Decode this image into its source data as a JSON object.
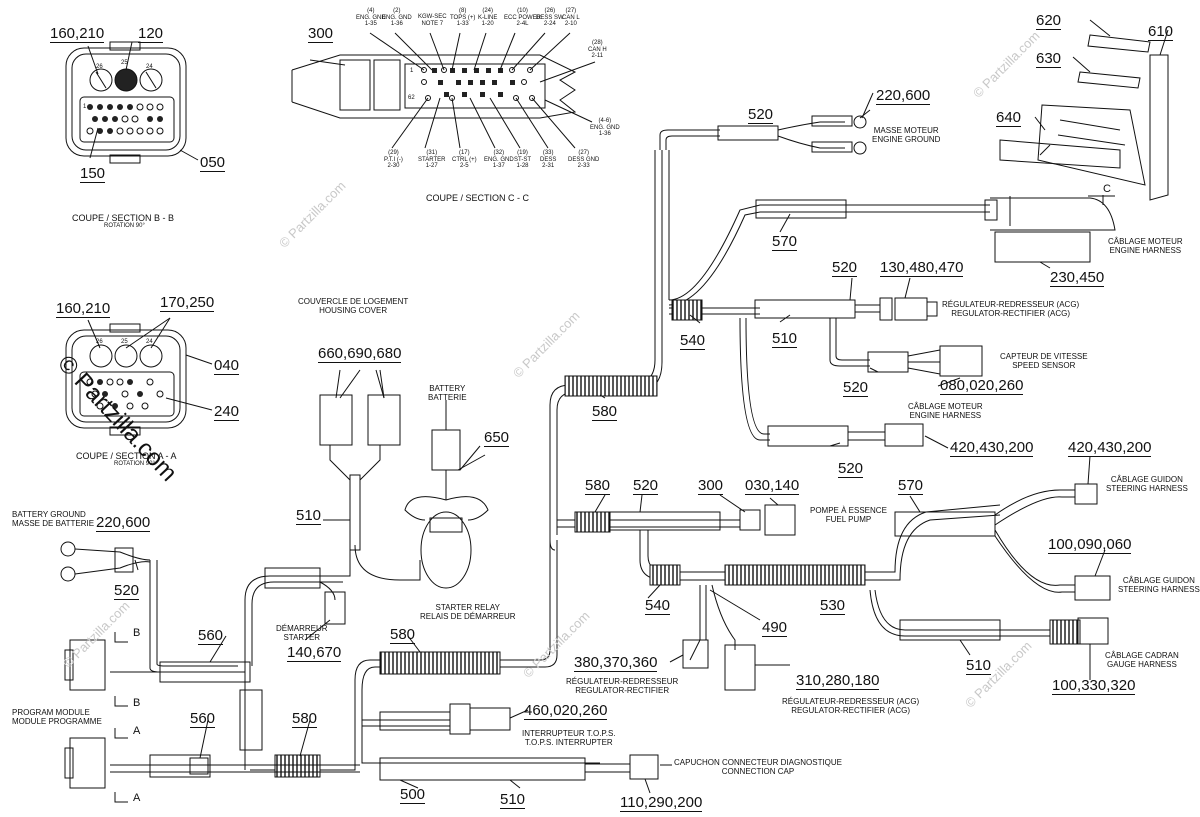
{
  "doc_id": "13S0405b",
  "watermarks": {
    "main": "© Partzilla.com",
    "faint": "© Partzilla.com"
  },
  "sections": {
    "b_title": "COUPE / SECTION B - B",
    "b_rotation": "ROTATION 90°",
    "a_title": "COUPE / SECTION A - A",
    "a_rotation": "ROTATION 90°",
    "c_title": "COUPE / SECTION C - C"
  },
  "section_markers": {
    "b": "B",
    "a": "A",
    "c": "C"
  },
  "parts": {
    "p160_210_b": "160,210",
    "p120": "120",
    "p050": "050",
    "p150": "150",
    "p160_210_a": "160,210",
    "p170_250": "170,250",
    "p040": "040",
    "p240": "240",
    "p300_top": "300",
    "p220_600_top": "220,600",
    "p520_top": "520",
    "p620": "620",
    "p610": "610",
    "p630": "630",
    "p640": "640",
    "p570_top": "570",
    "p230_450": "230,450",
    "p520_mid": "520",
    "p130_480_470": "130,480,470",
    "p540_top": "540",
    "p510_mid": "510",
    "p520_speed": "520",
    "p080_020_260": "080,020,260",
    "p580_mid": "580",
    "p520_eng": "520",
    "p420_430_200_a": "420,430,200",
    "p420_430_200_b": "420,430,200",
    "p660_690_680": "660,690,680",
    "p650": "650",
    "p510_left": "510",
    "p140_670": "140,670",
    "p220_600_left": "220,600",
    "p520_left": "520",
    "p560_a": "560",
    "p560_b": "560",
    "p580_low": "580",
    "p580_bottom": "580",
    "p500": "500",
    "p510_bottom": "510",
    "p110_290_200": "110,290,200",
    "p460_020_260": "460,020,260",
    "p380_370_360": "380,370,360",
    "p490": "490",
    "p540_low": "540",
    "p530": "530",
    "p310_280_180": "310,280,180",
    "p580_fuel": "580",
    "p520_fuel": "520",
    "p300_fuel": "300",
    "p030_140": "030,140",
    "p570_right": "570",
    "p100_090_060": "100,090,060",
    "p510_right": "510",
    "p100_330_320": "100,330,320"
  },
  "captions": {
    "engine_ground": "MASSE MOTEUR\nENGINE GROUND",
    "engine_harness_1": "CÂBLAGE MOTEUR\nENGINE HARNESS",
    "reg_rect_1": "RÉGULATEUR-REDRESSEUR (ACG)\nREGULATOR-RECTIFIER (ACG)",
    "speed_sensor": "CAPTEUR DE VITESSE\nSPEED SENSOR",
    "engine_harness_2": "CÂBLAGE MOTEUR\nENGINE HARNESS",
    "housing_cover": "COUVERCLE DE LOGEMENT\nHOUSING COVER",
    "battery": "BATTERY\nBATTERIE",
    "starter_relay": "STARTER RELAY\nRELAIS DE DÉMARREUR",
    "starter": "DÉMARREUR\nSTARTER",
    "battery_ground": "BATTERY GROUND\nMASSE DE BATTERIE",
    "program_module": "PROGRAM MODULE\nMODULE PROGRAMME",
    "fuel_pump": "POMPE À ESSENCE\nFUEL PUMP",
    "steering_harness_1": "CÂBLAGE GUIDON\nSTEERING HARNESS",
    "steering_harness_2": "CÂBLAGE GUIDON\nSTEERING HARNESS",
    "gauge_harness": "CÂBLAGE CADRAN\nGAUGE HARNESS",
    "reg_rect_2": "RÉGULATEUR-REDRESSEUR\nREGULATOR-RECTIFIER",
    "reg_rect_3": "RÉGULATEUR-REDRESSEUR (ACG)\nREGULATOR-RECTIFIER (ACG)",
    "tops_switch": "INTERRUPTEUR T.O.P.S.\nT.O.P.S. INTERRUPTER",
    "diag_cap": "CAPUCHON CONNECTEUR DIAGNOSTIQUE\nCONNECTION CAP"
  },
  "pin_labels_top": [
    "(4)\nENG. GND\n1-35",
    "(2)\nENG. GND\n1-36",
    "KGW-SEC\nNOTE 7",
    "(8)\nTOPS (+)\n1-33",
    "(24)\nK-LINE\n1-20",
    "(10)\nECC POWER\n2-4L",
    "(26)\nDESS SW\n2-24",
    "(27)\nCAN L\n2-10",
    "(28)\nCAN H\n2-11"
  ],
  "pin_labels_bottom": [
    "(29)\nP.T.I (-)\n2-30",
    "(31)\nSTARTER\n1-27",
    "(17)\nCTRL (+)\n2-5",
    "(32)\nENG. GND\n1-37",
    "(19)\nST-ST\n1-28",
    "(33)\nDESS\n2-31",
    "(27)\nDESS GND\n2-33"
  ],
  "pin_label_right": "(4-6)\nENG. GND\n1-36",
  "connector_numbers": {
    "b_top": [
      "26",
      "25",
      "24"
    ],
    "b_left": "1",
    "a_top": [
      "26",
      "25",
      "24"
    ],
    "c_rows": [
      "1",
      "62"
    ]
  }
}
